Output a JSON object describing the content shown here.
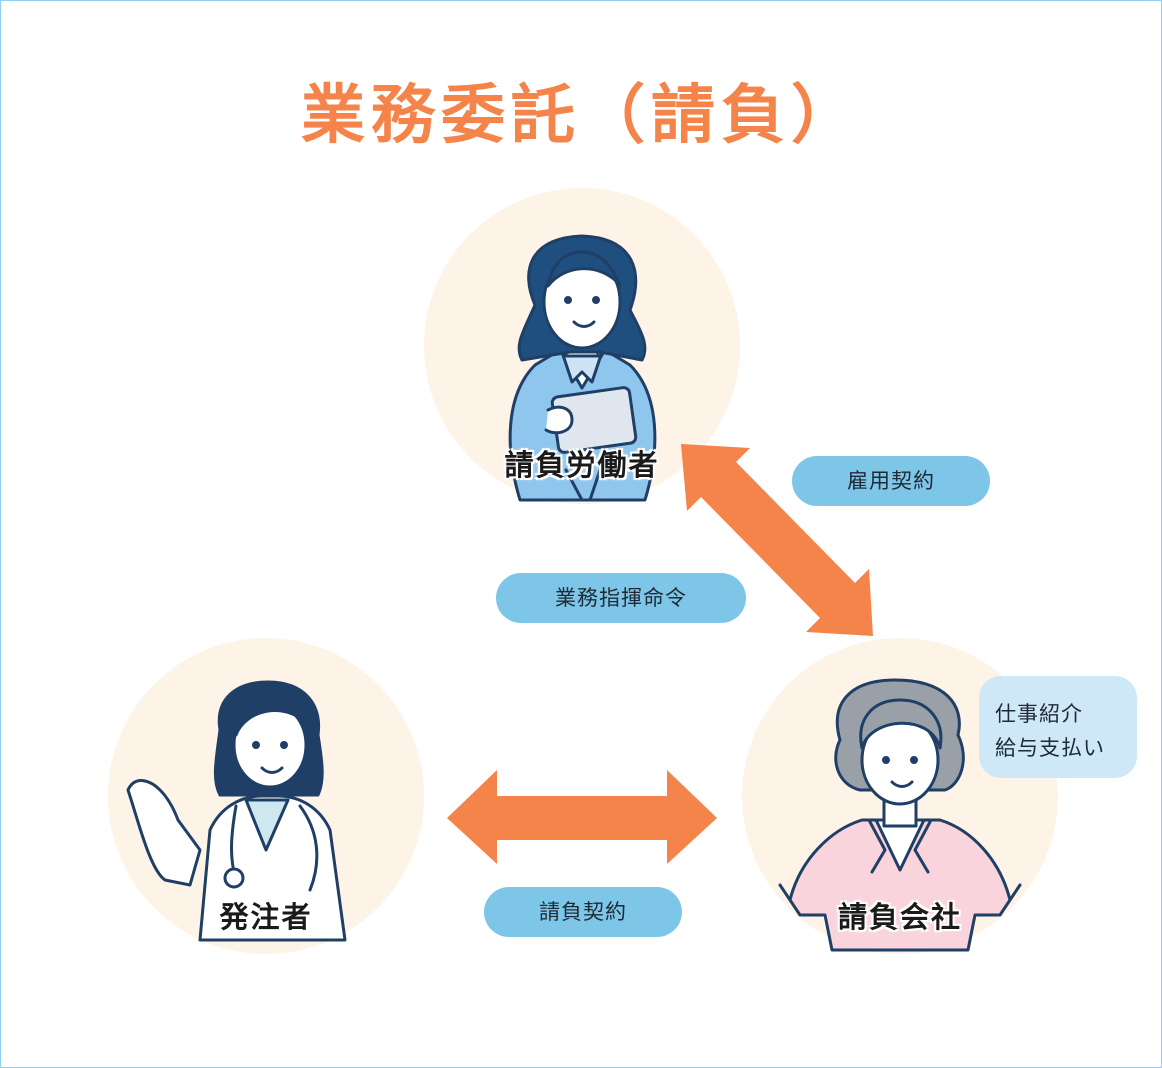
{
  "title": "業務委託（請負）",
  "roles": {
    "worker": "請負労働者",
    "client": "発注者",
    "company": "請負会社"
  },
  "relations": {
    "employment": "雇用契約",
    "direction": "業務指揮命令",
    "contract": "請負契約"
  },
  "company_note": {
    "line1": "仕事紹介",
    "line2": "給与支払い"
  },
  "colors": {
    "title": "#f4844a",
    "arrow": "#f4844a",
    "pill": "#7ec6e8",
    "bubble": "#cfe8f7",
    "circle": "#fdf3e6",
    "outline": "#1f3f66"
  }
}
